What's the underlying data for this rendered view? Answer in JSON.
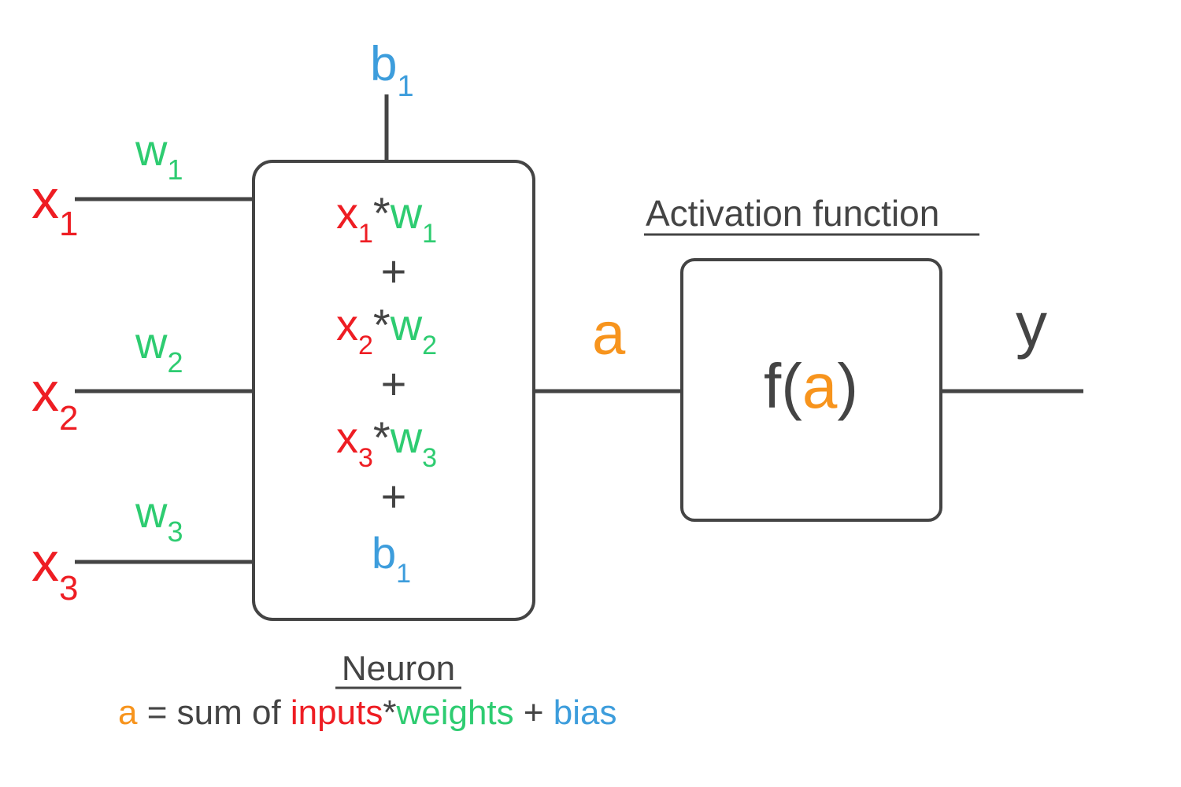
{
  "inputs": [
    {
      "base": "x",
      "sub": "1"
    },
    {
      "base": "x",
      "sub": "2"
    },
    {
      "base": "x",
      "sub": "3"
    }
  ],
  "weights": [
    {
      "base": "w",
      "sub": "1"
    },
    {
      "base": "w",
      "sub": "2"
    },
    {
      "base": "w",
      "sub": "3"
    }
  ],
  "bias": {
    "base": "b",
    "sub": "1"
  },
  "neuron": {
    "terms": [
      {
        "x": "x",
        "xsub": "1",
        "op": "*",
        "w": "w",
        "wsub": "1"
      },
      {
        "x": "x",
        "xsub": "2",
        "op": "*",
        "w": "w",
        "wsub": "2"
      },
      {
        "x": "x",
        "xsub": "3",
        "op": "*",
        "w": "w",
        "wsub": "3"
      }
    ],
    "plus": "+",
    "bias": {
      "base": "b",
      "sub": "1"
    },
    "caption": "Neuron"
  },
  "sum_output": "a",
  "activation": {
    "title": "Activation function",
    "f": "f(",
    "arg": "a",
    "close": ")"
  },
  "output": "y",
  "formula": {
    "a": "a",
    "equals_sum_of": " = sum of ",
    "inputs": "inputs",
    "star": "*",
    "weights": "weights",
    "plus": " + ",
    "bias": "bias"
  },
  "colors": {
    "input": "#ee1d23",
    "weight": "#2ecc71",
    "bias": "#3d9ddc",
    "activation": "#f7941d",
    "lines": "#444444"
  }
}
